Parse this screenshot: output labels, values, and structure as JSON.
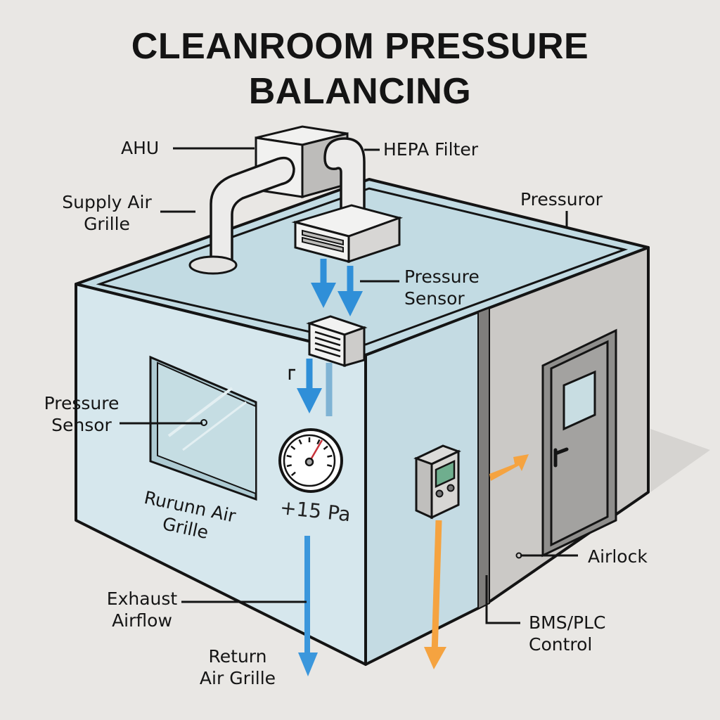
{
  "title": {
    "line1": "CLEANROOM PRESSURE",
    "line2": "BALANCING"
  },
  "labels": {
    "ahu": "AHU",
    "hepa_filter": "HEPA Filter",
    "supply_air_grille_line1": "Supply Air",
    "supply_air_grille_line2": "Grille",
    "pressuror": "Pressuror",
    "pressure_sensor_top_line1": "Pressure",
    "pressure_sensor_top_line2": "Sensor",
    "pressure_sensor_left_line1": "Pressure",
    "pressure_sensor_left_line2": "Sensor",
    "rurunn_air_grille_line1": "Rurunn Air",
    "rurunn_air_grille_line2": "Grille",
    "gauge_reading": "+15 Pa",
    "airlock": "Airlock",
    "exhaust_airflow_line1": "Exhaust",
    "exhaust_airflow_line2": "Airflow",
    "bms_plc_line1": "BMS/PLC",
    "bms_plc_line2": "Control",
    "return_air_grille_line1": "Return",
    "return_air_grille_line2": "Air Grille"
  },
  "gauge": {
    "reading_pa": 15
  },
  "colors": {
    "background": "#e9e7e4",
    "room_blue": "#d3e4ea",
    "ceiling_blue": "#c2dbe3",
    "airflow_blue": "#2f8fd8",
    "exhaust_orange": "#f5a340",
    "airlock_gray": "#c9c7c4",
    "door_gray": "#a3a2a0",
    "display_green": "#6fae8e",
    "needle_red": "#c8323a"
  }
}
